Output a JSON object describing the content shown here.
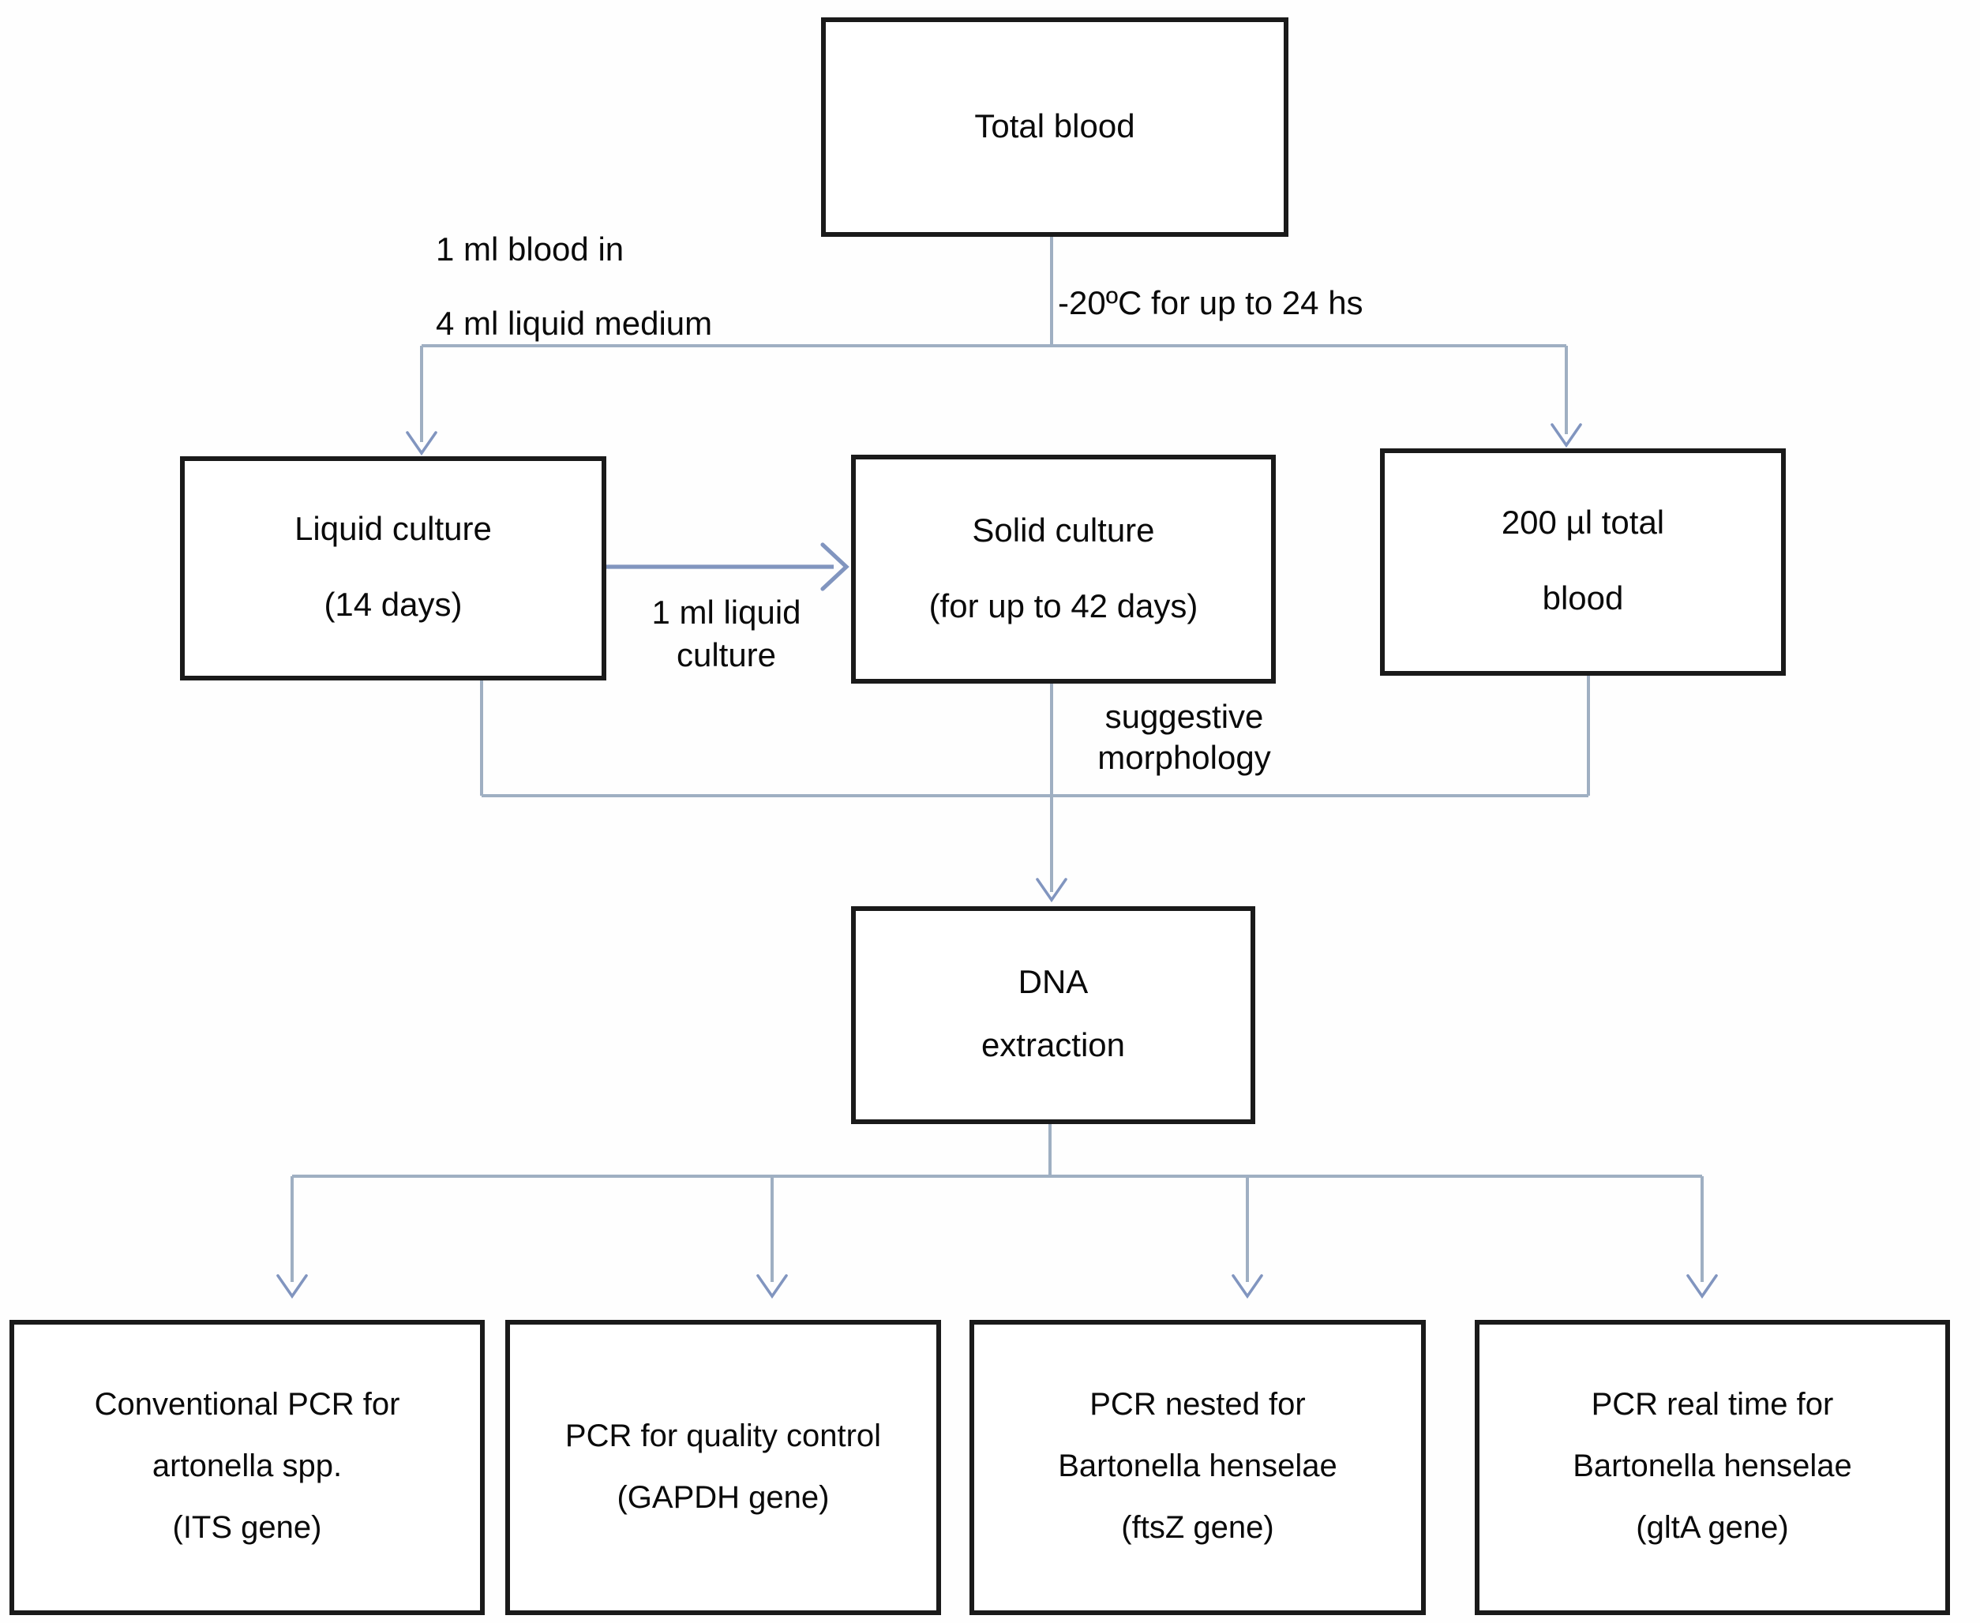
{
  "figure_type": "flowchart",
  "colors": {
    "background": "#fefefe",
    "box_border": "#1a1a1a",
    "text": "#0a0a0a",
    "line": "#9fafc2",
    "arrow": "#8195bf"
  },
  "nodes": {
    "total_blood": {
      "label": "Total blood"
    },
    "liquid_culture": {
      "label": "Liquid culture\n(14 days)"
    },
    "solid_culture": {
      "label": "Solid culture\n(for up to 42 days)"
    },
    "blood_200": {
      "label": "200 µl total\nblood"
    },
    "dna_extraction": {
      "label": "DNA\nextraction"
    },
    "pcr_conventional": {
      "label": "Conventional PCR for\nartonella spp.\n(ITS gene)"
    },
    "pcr_quality_control": {
      "label": "PCR for quality control\n(GAPDH gene)"
    },
    "pcr_nested": {
      "label": "PCR nested for\nBartonella henselae\n(ftsZ gene)"
    },
    "pcr_real_time": {
      "label": "PCR real time for\nBartonella henselae\n(gltA gene)"
    }
  },
  "edge_labels": {
    "inoculation": "1 ml blood in\n4 ml liquid medium",
    "storage": "-20ºC for up to 24 hs",
    "transfer": "1 ml liquid\nculture",
    "morphology": "suggestive\nmorphology"
  }
}
